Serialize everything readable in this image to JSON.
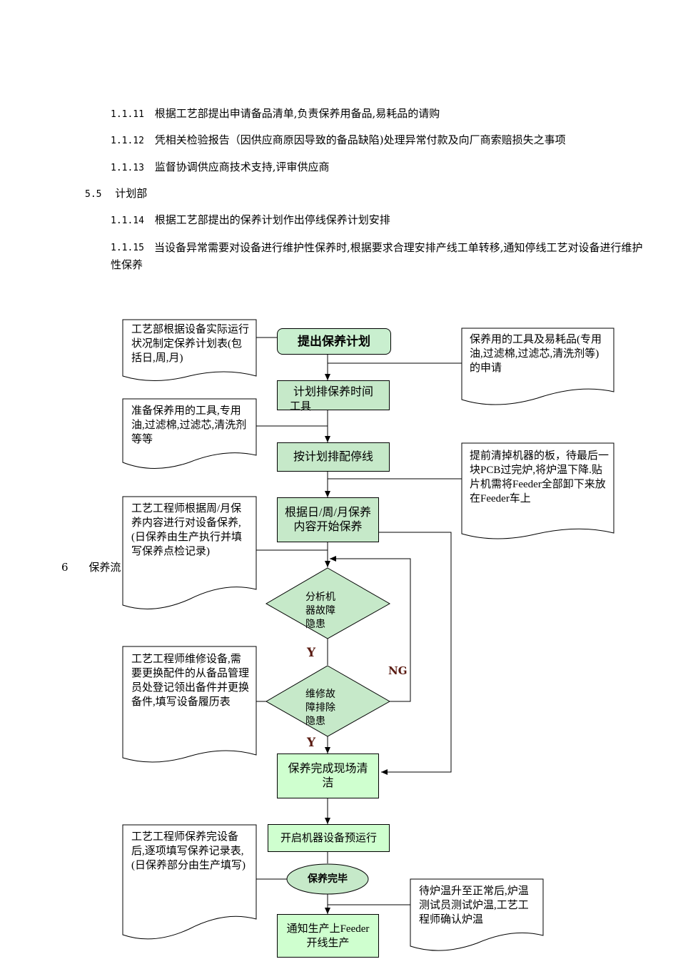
{
  "text_lines": [
    {
      "num": "1.1.11",
      "text": "根据工艺部提出申请备品清单,负责保养用备品,易耗品的请购"
    },
    {
      "num": "1.1.12",
      "text": "凭相关检验报告（因供应商原因导致的备品缺陷)处理异常付款及向厂商索赔损失之事项"
    },
    {
      "num": "1.1.13",
      "text": "监督协调供应商技术支持,评审供应商"
    },
    {
      "num": "5.5",
      "text": "计划部"
    },
    {
      "num": "1.1.14",
      "text": "根据工艺部提出的保养计划作出停线保养计划安排"
    },
    {
      "num": "1.1.15",
      "text": "当设备异常需要对设备进行维护性保养时,根据要求合理安排产线工单转移,通知停线工艺对设备进行维护性保养"
    }
  ],
  "section6": {
    "num": "6",
    "label": "保养流"
  },
  "flow": {
    "start": "提出保养计划",
    "step_schedule": "计划排保养时间",
    "step_schedule_overlay": "工具",
    "step_stop": "按计划排配停线",
    "step_begin": "根据日/周/月保养内容开始保养",
    "decision_analyze": "分析机器故障隐患",
    "decision_repair": "维修故障排除隐患",
    "step_clean": "保养完成现场清洁",
    "step_prerun": "开启机器设备预运行",
    "terminal_done": "保养完毕",
    "step_notify": "通知生产上Feeder开线生产",
    "label_y1": "Y",
    "label_y2": "Y",
    "label_ng": "NG"
  },
  "notes": {
    "note_plan": "工艺部根据设备实际运行状况制定保养计划表(包括日,周,月)",
    "note_tools_request": "保养用的工具及易耗品(专用油,过滤棉,过滤芯,清洗剂等)的申请",
    "note_prepare_tools": "准备保养用的工具,专用油,过滤棉,过滤芯,清洗剂等等",
    "note_clear_machine": "提前清掉机器的板，待最后一块PCB过完炉,将炉温下降.贴片机需将Feeder全部卸下来放在Feeder车上",
    "note_engineer_maintain": "工艺工程师根据周/月保养内容进行对设备保养,(日保养由生产执行并填写保养点检记录)",
    "note_engineer_repair": "工艺工程师维修设备,需要更换配件的从备品管理员处登记领出备件并更换备件,填写设备履历表",
    "note_engineer_record": "工艺工程师保养完设备后,逐项填写保养记录表,(日保养部分由生产填写)",
    "note_oven_temp": "待炉温升至正常后,炉温测试员测试炉温,工艺工程师确认炉温"
  },
  "colors": {
    "node_fill": "#c9efcf",
    "node_fill_bright": "#cfffcf",
    "yn_label": "#5a1b12"
  }
}
